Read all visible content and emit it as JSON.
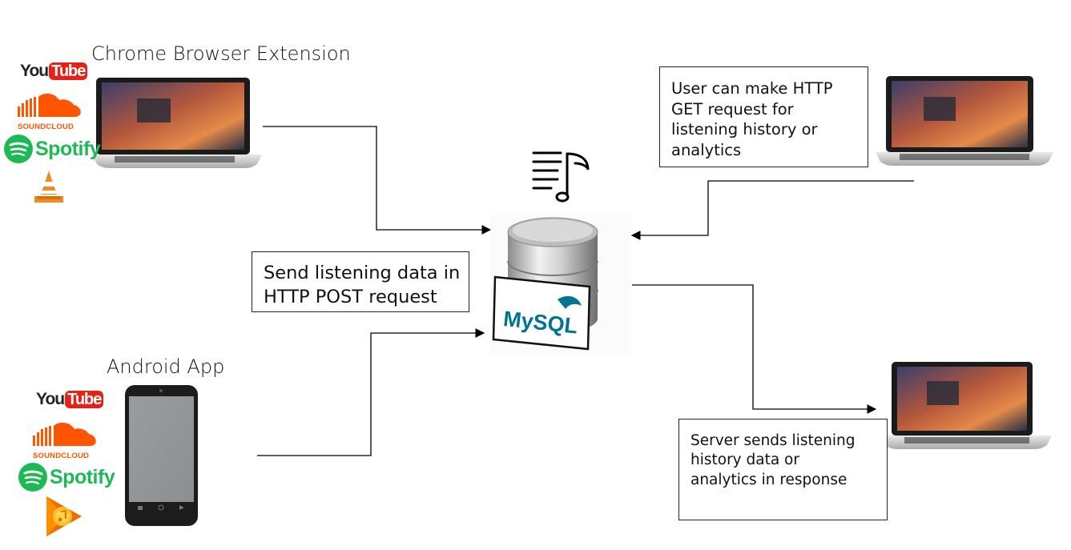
{
  "labels": {
    "chrome_extension": "Chrome Browser Extension",
    "android_app": "Android App"
  },
  "boxes": {
    "post_request": [
      "Send listening data in",
      "HTTP POST request"
    ],
    "get_request": [
      "User can make HTTP",
      "GET request for",
      "listening history or",
      "analytics"
    ],
    "server_response": [
      "Server sends listening",
      "history data or",
      "analytics in response"
    ]
  },
  "logos": {
    "youtube_you": "You",
    "youtube_tube": "Tube",
    "soundcloud": "SOUNDCLOUD",
    "spotify": "Spotify",
    "mysql": "MySQL"
  },
  "icons": [
    "youtube-icon",
    "soundcloud-icon",
    "spotify-icon",
    "vlc-icon",
    "google-play-music-icon",
    "music-note-icon",
    "database-icon",
    "laptop-icon",
    "phone-icon"
  ],
  "colors": {
    "youtube_red": "#e62117",
    "soundcloud_orange": "#ff5500",
    "spotify_green": "#1db954",
    "mysql_blue": "#00758f",
    "mysql_orange": "#f29111"
  }
}
